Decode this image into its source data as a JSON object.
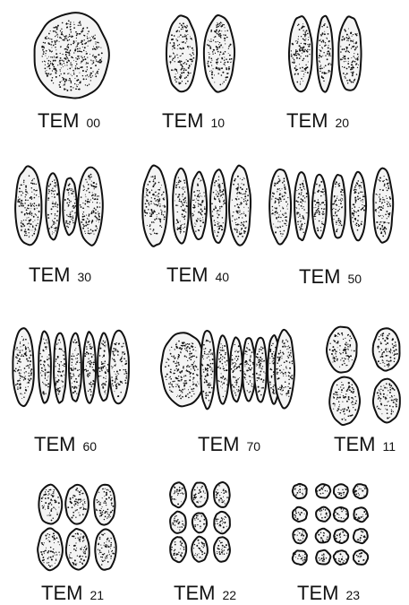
{
  "figure": {
    "background": "#ffffff",
    "ink_color": "#111111",
    "fill_color": "#f4f4f4",
    "modes": [
      {
        "id": "tem00",
        "label_main": "TEM",
        "label_sub": "00",
        "grid": "1x1"
      },
      {
        "id": "tem10",
        "label_main": "TEM",
        "label_sub": "10",
        "grid": "2x1"
      },
      {
        "id": "tem20",
        "label_main": "TEM",
        "label_sub": "20",
        "grid": "3x1"
      },
      {
        "id": "tem30",
        "label_main": "TEM",
        "label_sub": "30",
        "grid": "4x1"
      },
      {
        "id": "tem40",
        "label_main": "TEM",
        "label_sub": "40",
        "grid": "5x1"
      },
      {
        "id": "tem50",
        "label_main": "TEM",
        "label_sub": "50",
        "grid": "6x1"
      },
      {
        "id": "tem60",
        "label_main": "TEM",
        "label_sub": "60",
        "grid": "7x1"
      },
      {
        "id": "tem70",
        "label_main": "TEM",
        "label_sub": "70",
        "grid": "8x1"
      },
      {
        "id": "tem11",
        "label_main": "TEM",
        "label_sub": "11",
        "grid": "2x2"
      },
      {
        "id": "tem21",
        "label_main": "TEM",
        "label_sub": "21",
        "grid": "3x2"
      },
      {
        "id": "tem22",
        "label_main": "TEM",
        "label_sub": "22",
        "grid": "3x3"
      },
      {
        "id": "tem23",
        "label_main": "TEM",
        "label_sub": "23",
        "grid": "4x4"
      }
    ]
  }
}
